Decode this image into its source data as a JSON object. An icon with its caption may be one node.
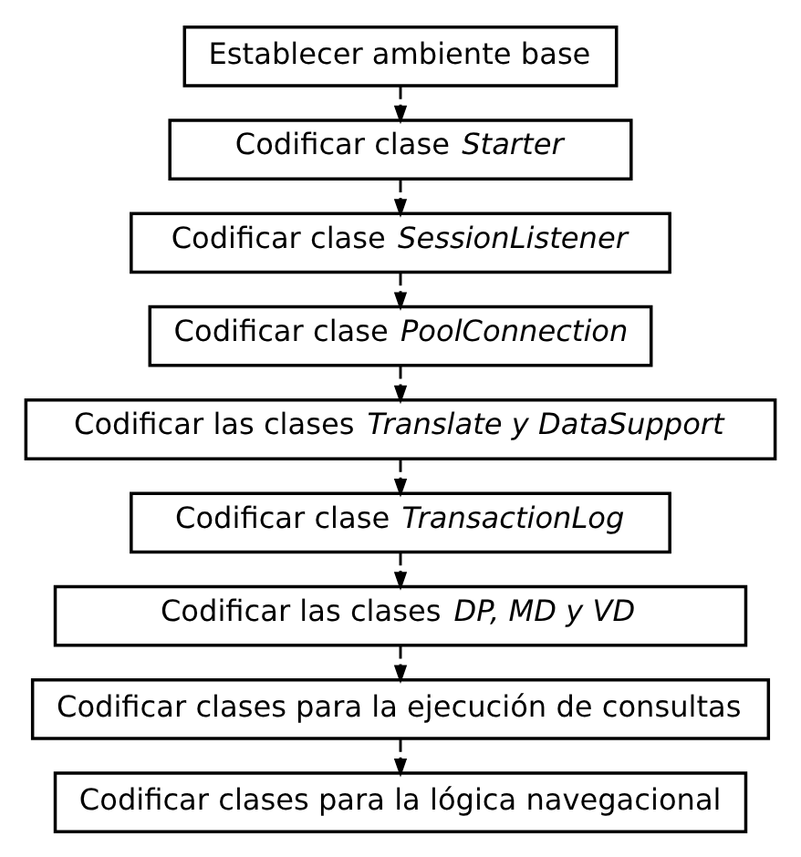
{
  "diagram": {
    "nodes": [
      {
        "text": [
          "Establecer ambiente base"
        ]
      },
      {
        "text": [
          "Codificar clase *Starter*"
        ]
      },
      {
        "text": [
          "Codificar clase *SessionListener*"
        ]
      },
      {
        "text": [
          "Codificar clase *PoolConnection*"
        ]
      },
      {
        "text": [
          "Codificar las clases *Translate y DataSupport*"
        ]
      },
      {
        "text": [
          "Codificar clase *TransactionLog*"
        ]
      },
      {
        "text": [
          "Codificar las clases *DP, MD y VD*"
        ]
      },
      {
        "text": [
          "Codificar clases para la ejecución de consultas"
        ]
      },
      {
        "text": [
          "Codificar clases para la lógica navegacional"
        ]
      }
    ],
    "edges": [
      {
        "from": 0,
        "to": 1,
        "arrow": "to",
        "style": "dashed"
      },
      {
        "from": 1,
        "to": 2,
        "arrow": "to",
        "style": "dashed"
      },
      {
        "from": 2,
        "to": 3,
        "arrow": "to",
        "style": "dashed"
      },
      {
        "from": 3,
        "to": 4,
        "arrow": "to",
        "style": "dashed"
      },
      {
        "from": 4,
        "to": 5,
        "arrow": "to",
        "style": "dashed"
      },
      {
        "from": 5,
        "to": 6,
        "arrow": "to",
        "style": "dashed"
      },
      {
        "from": 6,
        "to": 7,
        "arrow": "to",
        "style": "dashed"
      },
      {
        "from": 7,
        "to": 8,
        "arrow": "to",
        "style": "dashed"
      }
    ]
  }
}
